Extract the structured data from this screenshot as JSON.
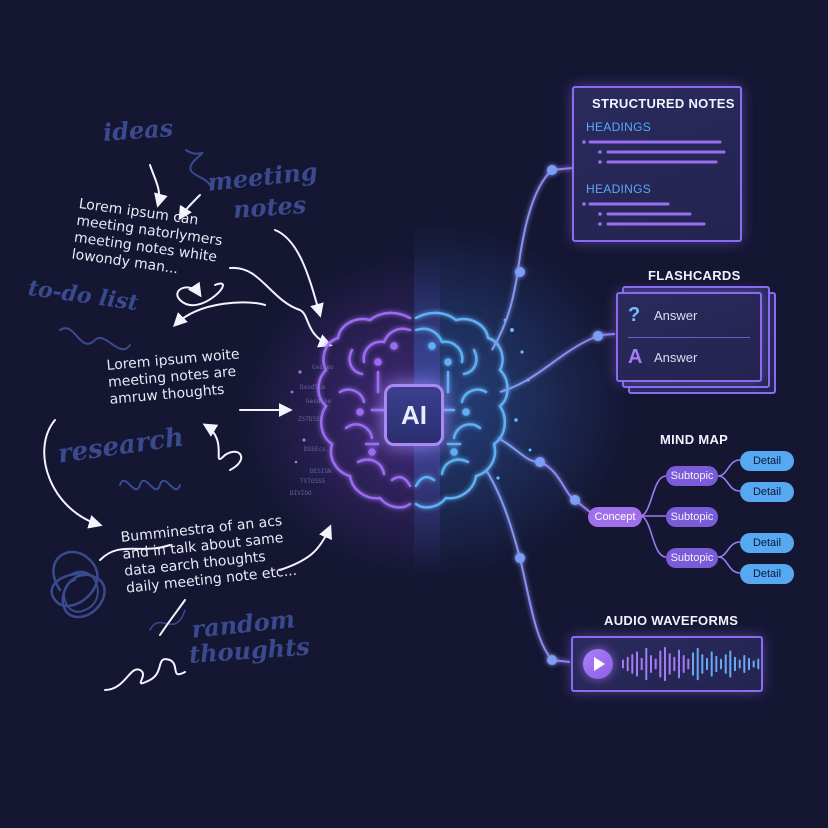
{
  "scrawls": {
    "ideas": "ideas",
    "meeting": "meeting",
    "notes": "notes",
    "todo": "to-do list",
    "research": "research",
    "random": "random",
    "thoughts": "thoughts"
  },
  "paragraphs": {
    "p1": [
      "Lorem ipsum can",
      "meeting natorlymers",
      "meeting notes white",
      "lowondy man..."
    ],
    "p2": [
      "Lorem ipsum woite",
      "meeting notes are",
      "amruw thoughts"
    ],
    "p3": [
      "Bumminestra of an acs",
      "and in talk about same",
      "data earch thoughts",
      "daily meeting note etc..."
    ]
  },
  "code_snippets": {
    "c1": "Gasseo",
    "c2": "Dsodlca",
    "c3": "Gesdloe",
    "c4": "ZSTD5S",
    "c5": "DSSEcs",
    "c6": "DESIGN",
    "c7": "TSTOSS5",
    "c8": "DIVIDO"
  },
  "ai_label": "AI",
  "panels": {
    "structured_notes": {
      "title": "STRUCTURED NOTES",
      "heading1": "HEADINGS",
      "heading2": "HEADINGS"
    },
    "flashcards": {
      "title": "FLASHCARDS",
      "q_mark": "?",
      "q_text": "Answer",
      "a_mark": "A",
      "a_text": "Answer"
    },
    "mind_map": {
      "title": "MIND MAP",
      "concept": "Concept",
      "subtopics": [
        "Subtopic",
        "Subtopic",
        "Subtopic"
      ],
      "details": [
        "Detail",
        "Detail",
        "Detail",
        "Detail"
      ]
    },
    "audio": {
      "title": "AUDIO WAVEFORMS",
      "wave_levels": [
        0.25,
        0.4,
        0.55,
        0.7,
        0.35,
        0.9,
        0.5,
        0.3,
        0.75,
        0.95,
        0.6,
        0.4,
        0.8,
        0.5,
        0.3,
        0.65,
        0.9,
        0.55,
        0.35,
        0.7,
        0.45,
        0.3,
        0.55,
        0.75,
        0.4,
        0.25,
        0.5,
        0.35,
        0.2,
        0.3
      ]
    }
  },
  "colors": {
    "background": "#141632",
    "purple": "#8b6cf0",
    "blue": "#56a8f0",
    "scribble": "#3a4a8e",
    "white_arrow": "#f4f4ff"
  }
}
